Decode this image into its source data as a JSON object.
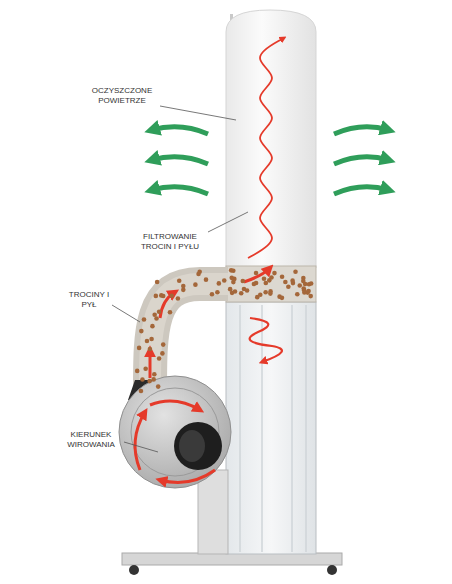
{
  "diagram": {
    "labels": [
      "OCZYSZCZONE POWIETRZE",
      "FILTROWANIE TROCIN I PYŁU",
      "TROCINY I PYŁ",
      "KIERUNEK WIROWANIA"
    ]
  }
}
